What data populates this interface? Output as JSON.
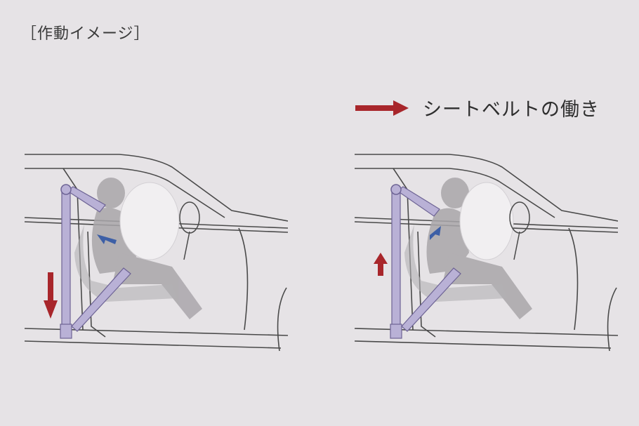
{
  "caption": "［作動イメージ］",
  "legend": {
    "label": "シートベルトの働き",
    "arrow_color": "#a8262b"
  },
  "colors": {
    "background": "#e6e3e6",
    "car_line": "#4a4a4a",
    "occupant": "#a9a6aa",
    "airbag": "#f1eff1",
    "belt_fill": "#b9b1d6",
    "belt_stroke": "#6d6394",
    "force_arrow": "#a8262b",
    "body_arrow": "#3d5fa6"
  },
  "panels": [
    {
      "id": "left",
      "belt_arrow": "down"
    },
    {
      "id": "right",
      "belt_arrow": "up"
    }
  ]
}
